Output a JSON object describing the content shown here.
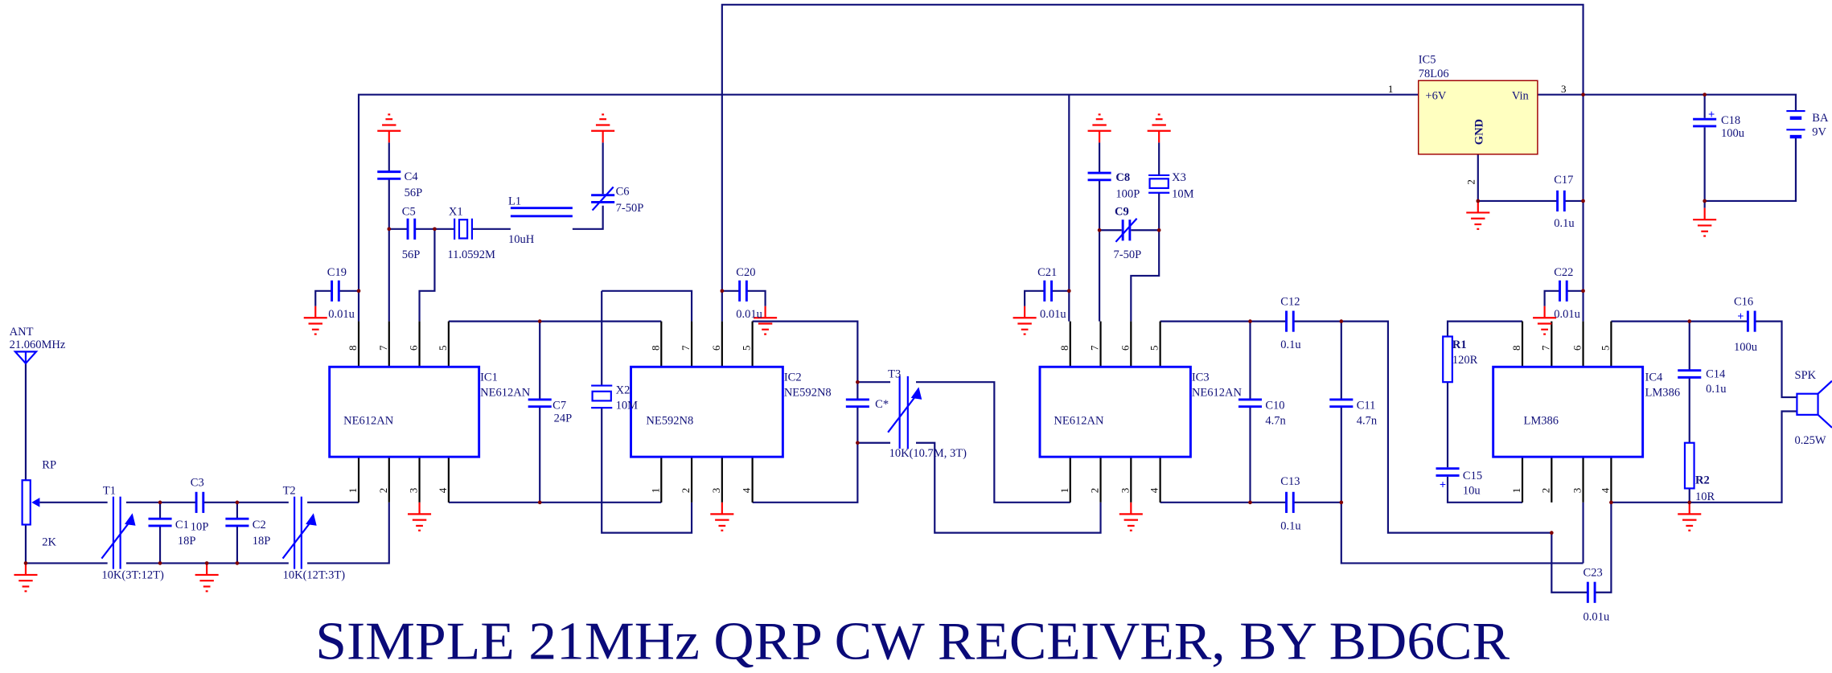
{
  "title": "SIMPLE 21MHz QRP CW RECEIVER, BY BD6CR",
  "colors": {
    "wire": "#10107a",
    "symbol": "#0000ff",
    "ground": "#ff0000",
    "junction": "#800000",
    "regulator_fill": "#ffffc0"
  },
  "antenna": {
    "ref": "ANT",
    "freq": "21.060MHz"
  },
  "ic_pins": {
    "p1": "1",
    "p2": "2",
    "p3": "3",
    "p4": "4",
    "p5": "5",
    "p6": "6",
    "p7": "7",
    "p8": "8"
  },
  "ics": {
    "IC1": {
      "ref": "IC1",
      "part": "NE612AN",
      "body": "NE612AN"
    },
    "IC2": {
      "ref": "IC2",
      "part": "NE592N8",
      "body": "NE592N8"
    },
    "IC3": {
      "ref": "IC3",
      "part": "NE612AN",
      "body": "NE612AN"
    },
    "IC4": {
      "ref": "IC4",
      "part": "LM386",
      "body": "LM386"
    },
    "IC5": {
      "ref": "IC5",
      "part": "78L06",
      "in": "Vin",
      "out": "+6V",
      "gnd": "GND",
      "pin_in": "3",
      "pin_out": "1",
      "pin_gnd": "2"
    }
  },
  "parts": {
    "RP": {
      "ref": "RP",
      "value": "2K"
    },
    "T1": {
      "ref": "T1",
      "value": "10K(3T:12T)"
    },
    "T2": {
      "ref": "T2",
      "value": "10K(12T:3T)"
    },
    "T3": {
      "ref": "T3",
      "value": "10K(10.7M, 3T)"
    },
    "C1": {
      "ref": "C1",
      "value": "18P"
    },
    "C2": {
      "ref": "C2",
      "value": "18P"
    },
    "C3": {
      "ref": "C3",
      "value": "10P"
    },
    "C4": {
      "ref": "C4",
      "value": "56P"
    },
    "C5": {
      "ref": "C5",
      "value": "56P"
    },
    "C6": {
      "ref": "C6",
      "value": "7-50P"
    },
    "C7": {
      "ref": "C7",
      "value": "24P"
    },
    "C8": {
      "ref": "C8",
      "value": "100P"
    },
    "C9": {
      "ref": "C9",
      "value": "7-50P"
    },
    "C10": {
      "ref": "C10",
      "value": "4.7n"
    },
    "C11": {
      "ref": "C11",
      "value": "4.7n"
    },
    "C12": {
      "ref": "C12",
      "value": "0.1u"
    },
    "C13": {
      "ref": "C13",
      "value": "0.1u"
    },
    "C14": {
      "ref": "C14",
      "value": "0.1u"
    },
    "C15": {
      "ref": "C15",
      "value": "10u"
    },
    "C16": {
      "ref": "C16",
      "value": "100u"
    },
    "C17": {
      "ref": "C17",
      "value": "0.1u"
    },
    "C18": {
      "ref": "C18",
      "value": "100u"
    },
    "C19": {
      "ref": "C19",
      "value": "0.01u"
    },
    "C20": {
      "ref": "C20",
      "value": "0.01u"
    },
    "C21": {
      "ref": "C21",
      "value": "0.01u"
    },
    "C22": {
      "ref": "C22",
      "value": "0.01u"
    },
    "C23": {
      "ref": "C23",
      "value": "0.01u"
    },
    "Cstar": {
      "ref": "C*"
    },
    "X1": {
      "ref": "X1",
      "value": "11.0592M"
    },
    "X2": {
      "ref": "X2",
      "value": "10M"
    },
    "X3": {
      "ref": "X3",
      "value": "10M"
    },
    "L1": {
      "ref": "L1",
      "value": "10uH"
    },
    "R1": {
      "ref": "R1",
      "value": "120R"
    },
    "R2": {
      "ref": "R2",
      "value": "10R"
    },
    "BAT": {
      "ref": "BA",
      "value": "9V"
    },
    "SPK": {
      "ref": "SPK",
      "value": "0.25W"
    }
  }
}
